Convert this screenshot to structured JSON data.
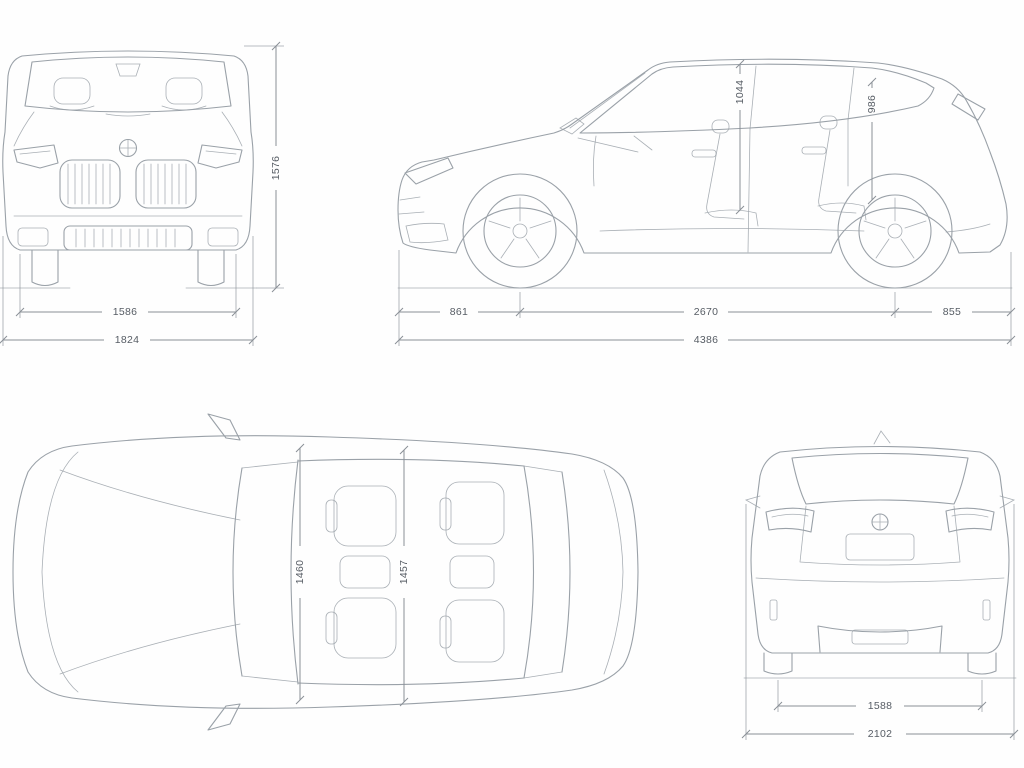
{
  "diagram": {
    "title": "vehicle-dimensions-blueprint",
    "line_color": "#9aa1a8",
    "dim_line_color": "#8a9097",
    "label_color": "#565c64",
    "background": "#fefefe",
    "dimensions": {
      "front_height": "1576",
      "front_track": "1586",
      "front_overall_width": "1824",
      "side_front_interior_height": "1044",
      "side_rear_interior_height": "986",
      "side_front_overhang": "861",
      "side_wheelbase": "2670",
      "side_rear_overhang": "855",
      "side_overall_length": "4386",
      "top_front_interior_width": "1460",
      "top_rear_interior_width": "1457",
      "rear_track": "1588",
      "rear_overall_width_incl_mirrors": "2102"
    }
  }
}
